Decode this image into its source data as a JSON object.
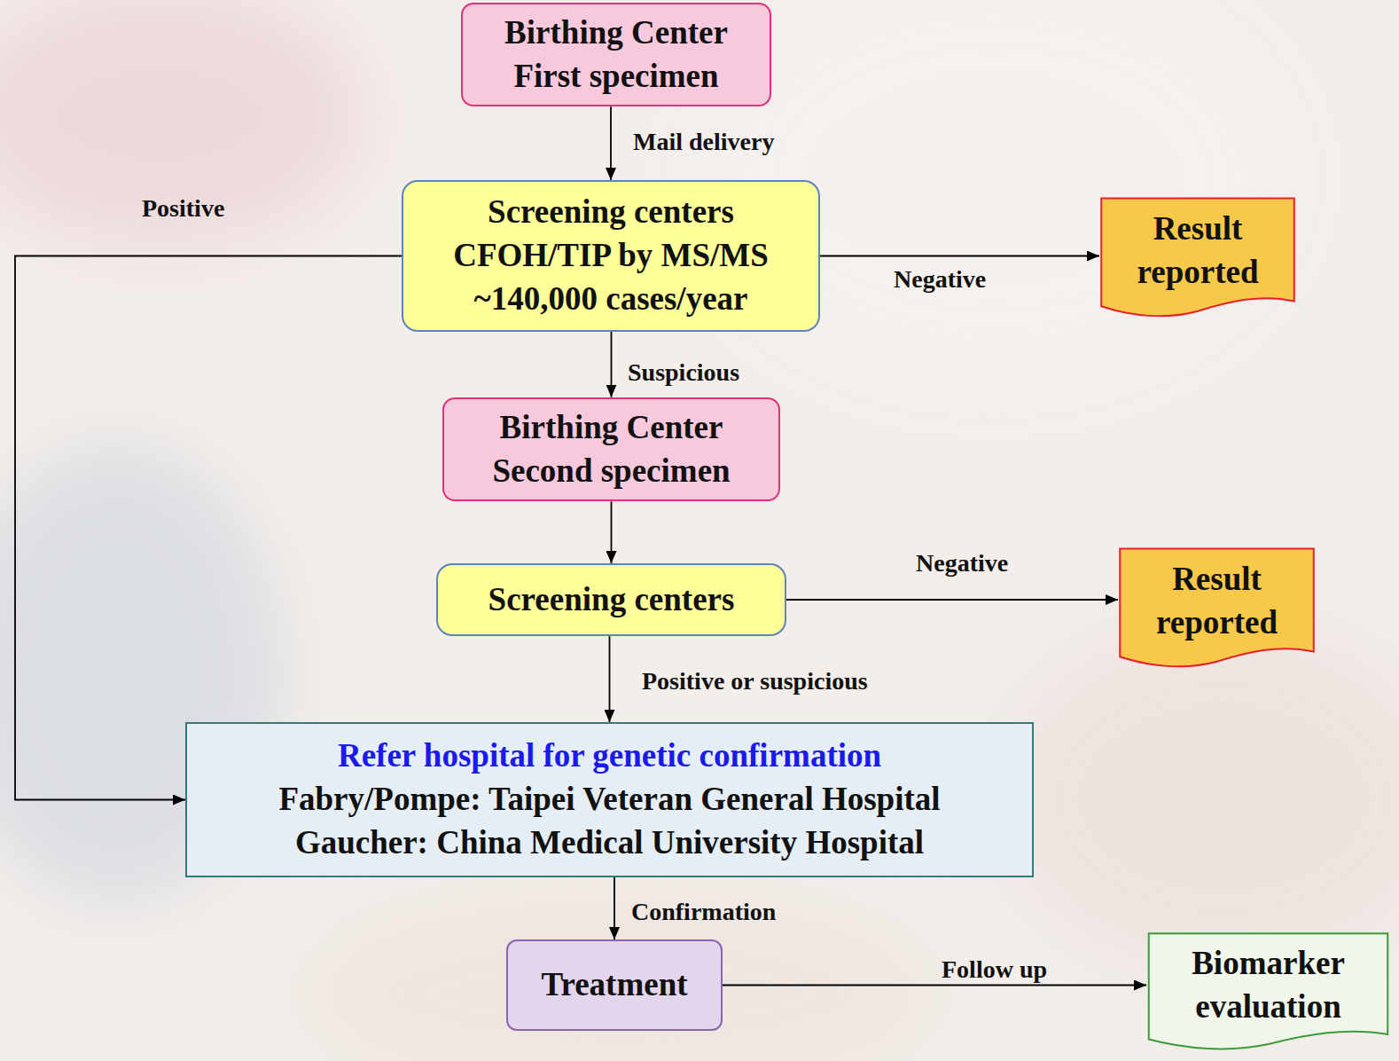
{
  "diagram": {
    "nodes": [
      {
        "text": [
          "Birthing Center First specimen"
        ]
      },
      {
        "text": [
          "Screening centers CFOH/TIP by MS/MS ~140,000 cases/year"
        ]
      },
      {
        "text": [
          "Result reported"
        ]
      },
      {
        "text": [
          "Birthing Center Second specimen"
        ]
      },
      {
        "text": [
          "Screening centers"
        ]
      },
      {
        "text": [
          "Result reported"
        ]
      },
      {
        "text": [
          "Refer hospital for genetic confirmation",
          "Fabry/Pompe: Taipei Veteran General Hospital",
          "Gaucher: China Medical University Hospital"
        ]
      },
      {
        "text": [
          "Treatment"
        ]
      },
      {
        "text": [
          "Biomarker evaluation"
        ]
      }
    ],
    "edges": [
      {
        "from": 0,
        "to": 1,
        "label": "Mail delivery",
        "arrow": "to"
      },
      {
        "from": 1,
        "to": 2,
        "label": "Negative",
        "arrow": "to"
      },
      {
        "from": 1,
        "to": 3,
        "label": "Suspicious",
        "arrow": "to"
      },
      {
        "from": 1,
        "to": 6,
        "label": "Positive",
        "arrow": "to"
      },
      {
        "from": 3,
        "to": 4,
        "arrow": "to"
      },
      {
        "from": 4,
        "to": 5,
        "label": "Negative",
        "arrow": "to"
      },
      {
        "from": 4,
        "to": 6,
        "label": "Positive or suspicious",
        "arrow": "to"
      },
      {
        "from": 6,
        "to": 7,
        "label": "Confirmation",
        "arrow": "to"
      },
      {
        "from": 7,
        "to": 8,
        "label": "Follow up",
        "arrow": "to"
      }
    ]
  }
}
